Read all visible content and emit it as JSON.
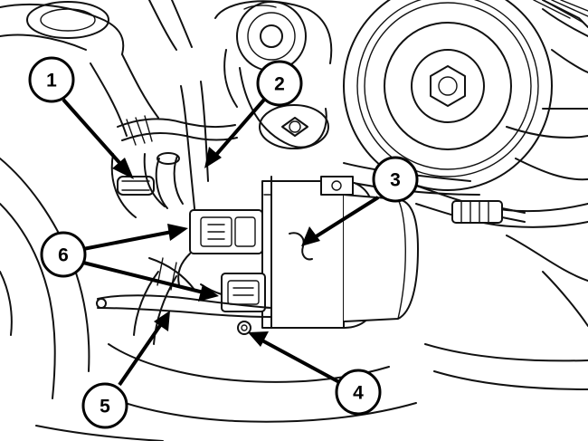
{
  "callouts": [
    {
      "id": "1",
      "label": "1"
    },
    {
      "id": "2",
      "label": "2"
    },
    {
      "id": "3",
      "label": "3"
    },
    {
      "id": "4",
      "label": "4"
    },
    {
      "id": "5",
      "label": "5"
    },
    {
      "id": "6",
      "label": "6"
    }
  ],
  "colors": {
    "line": "#111111",
    "background": "#ffffff",
    "callout": "#000000"
  }
}
